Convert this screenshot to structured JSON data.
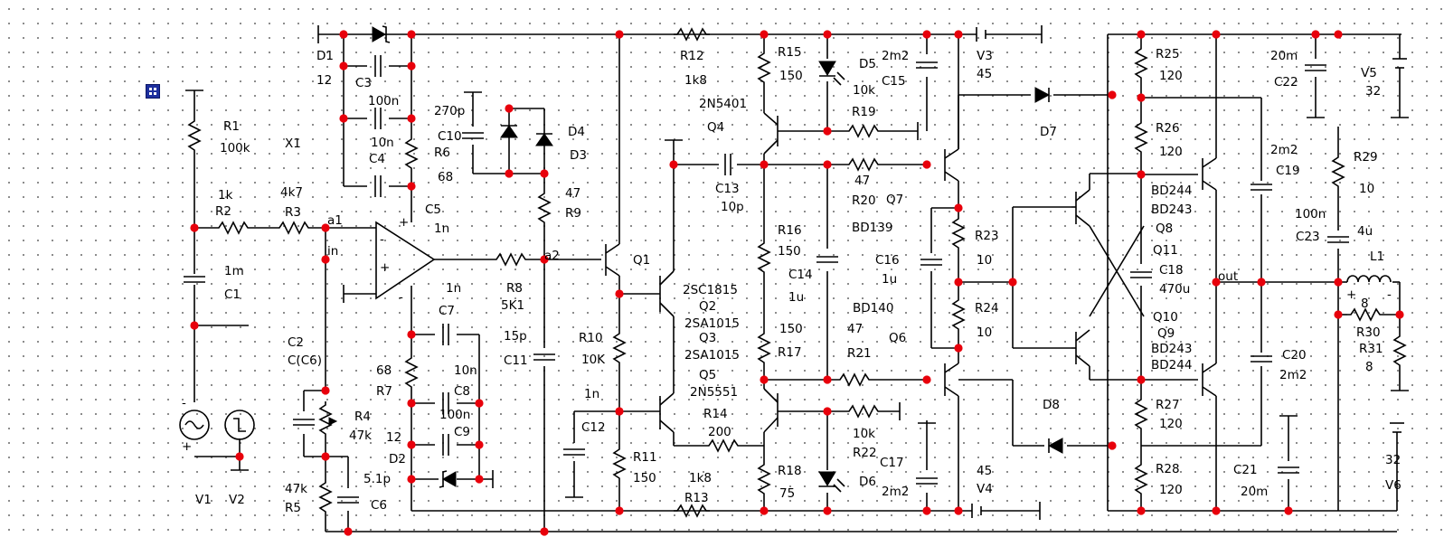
{
  "components": {
    "D1": [
      "D1",
      "12"
    ],
    "C3": [
      "C3",
      "100n"
    ],
    "C4": [
      "10n",
      "C4"
    ],
    "R6": [
      "R6",
      "68"
    ],
    "C5": [
      "C5",
      "1n"
    ],
    "X1": [
      "X1"
    ],
    "R1": [
      "R1",
      "100k"
    ],
    "R2": [
      "1k",
      "R2"
    ],
    "R3": [
      "4k7",
      "R3"
    ],
    "node_a1": [
      "a1"
    ],
    "node_in": [
      "in"
    ],
    "C1": [
      "1m",
      "C1"
    ],
    "V1": [
      "V1"
    ],
    "V2": [
      "V2"
    ],
    "C2": [
      "C2",
      "C(C6)"
    ],
    "R4": [
      "R4",
      "47k"
    ],
    "R5": [
      "47k",
      "R5"
    ],
    "C6": [
      "5.1p",
      "C6"
    ],
    "C10": [
      "270p",
      "C10"
    ],
    "D4": [
      "D4"
    ],
    "D3": [
      "D3"
    ],
    "R9": [
      "47",
      "R9"
    ],
    "R8": [
      "R8",
      "5K1"
    ],
    "node_a2": [
      "a2"
    ],
    "C7": [
      "1n",
      "C7"
    ],
    "R7": [
      "68",
      "R7"
    ],
    "C8": [
      "10n",
      "C8"
    ],
    "C9": [
      "100n",
      "C9"
    ],
    "D2": [
      "12",
      "D2"
    ],
    "C11": [
      "15p",
      "C11"
    ],
    "Q1": [
      "Q1"
    ],
    "R10": [
      "R10",
      "10K"
    ],
    "C12": [
      "1n",
      "C12"
    ],
    "R11": [
      "R11",
      "150"
    ],
    "R12": [
      "R12",
      "1k8"
    ],
    "Q4": [
      "2N5401",
      "Q4"
    ],
    "C13": [
      "C13",
      "10p"
    ],
    "Q2": [
      "2SC1815",
      "Q2"
    ],
    "Q3": [
      "2SA1015",
      "Q3",
      "2SA1015"
    ],
    "Q5": [
      "Q5",
      "2N5551"
    ],
    "R14": [
      "R14",
      "200"
    ],
    "R13": [
      "1k8",
      "R13"
    ],
    "R15": [
      "R15",
      "150"
    ],
    "D5": [
      "D5",
      "10k"
    ],
    "R19": [
      "R19"
    ],
    "R16": [
      "R16",
      "150"
    ],
    "C14": [
      "C14",
      "1u"
    ],
    "R17": [
      "150",
      "R17"
    ],
    "R18": [
      "R18",
      "75"
    ],
    "D6": [
      "D6"
    ],
    "R22": [
      "10k",
      "R22"
    ],
    "C15": [
      "2m2",
      "C15"
    ],
    "V3": [
      "V3",
      "45"
    ],
    "R20": [
      "47",
      "R20"
    ],
    "Q7": [
      "Q7",
      "BD139"
    ],
    "C16": [
      "C16",
      "1u"
    ],
    "R21": [
      "BD140",
      "47",
      "R21"
    ],
    "Q6": [
      "Q6"
    ],
    "R23": [
      "R23",
      "10"
    ],
    "R24": [
      "R24",
      "10"
    ],
    "C17": [
      "C17",
      "2m2"
    ],
    "V4": [
      "45",
      "V4"
    ],
    "D7": [
      "D7"
    ],
    "D8": [
      "D8"
    ],
    "R25": [
      "R25",
      "120"
    ],
    "R26": [
      "R26",
      "120"
    ],
    "Q8": [
      "BD244",
      "BD243",
      "Q8"
    ],
    "Q11": [
      "Q11"
    ],
    "C18": [
      "C18",
      "470u"
    ],
    "Q10": [
      "Q10",
      "Q9",
      "BD243",
      "BD244"
    ],
    "R27": [
      "R27",
      "120"
    ],
    "R28": [
      "R28",
      "120"
    ],
    "node_out": [
      "out"
    ],
    "C22": [
      "20m",
      "C22"
    ],
    "V5": [
      "V5",
      "32"
    ],
    "C19": [
      "2m2",
      "C19"
    ],
    "C23": [
      "100n",
      "C23"
    ],
    "R29": [
      "R29",
      "10"
    ],
    "C23b": [
      "4u"
    ],
    "L1": [
      "L1"
    ],
    "R30": [
      "8",
      "R30"
    ],
    "R31": [
      "R31",
      "8"
    ],
    "C20": [
      "C20",
      "2m2"
    ],
    "C21": [
      "C21",
      "20m"
    ],
    "V6": [
      "32",
      "V6"
    ]
  },
  "icons": [
    "probe-icon",
    "diode-icon",
    "zener-icon",
    "led-icon",
    "npn-transistor-icon",
    "pnp-transistor-icon",
    "opamp-icon",
    "inductor-icon",
    "ac-source-icon",
    "pulse-source-icon",
    "ground-icon",
    "battery-icon"
  ],
  "colors": {
    "node": "#e8000b",
    "wire": "#000000",
    "probe": "#1d2f9e",
    "grid_dot": "#7a7a7a"
  }
}
